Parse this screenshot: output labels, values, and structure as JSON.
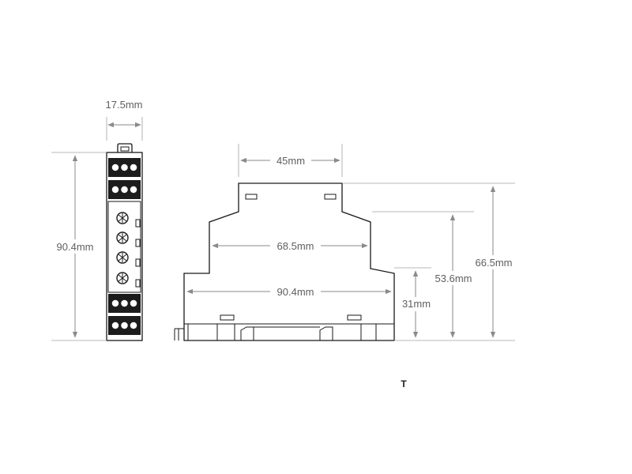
{
  "dimensions": {
    "side_width": "17.5mm",
    "side_height": "90.4mm",
    "top_width": "45mm",
    "mid_width": "68.5mm",
    "base_width": "90.4mm",
    "total_height": "66.5mm",
    "mid_height": "53.6mm",
    "low_height": "31mm"
  },
  "marker": "T",
  "colors": {
    "line": "#1a1a1a",
    "dimension": "#8a8a8a",
    "text": "#5f5f5f"
  }
}
